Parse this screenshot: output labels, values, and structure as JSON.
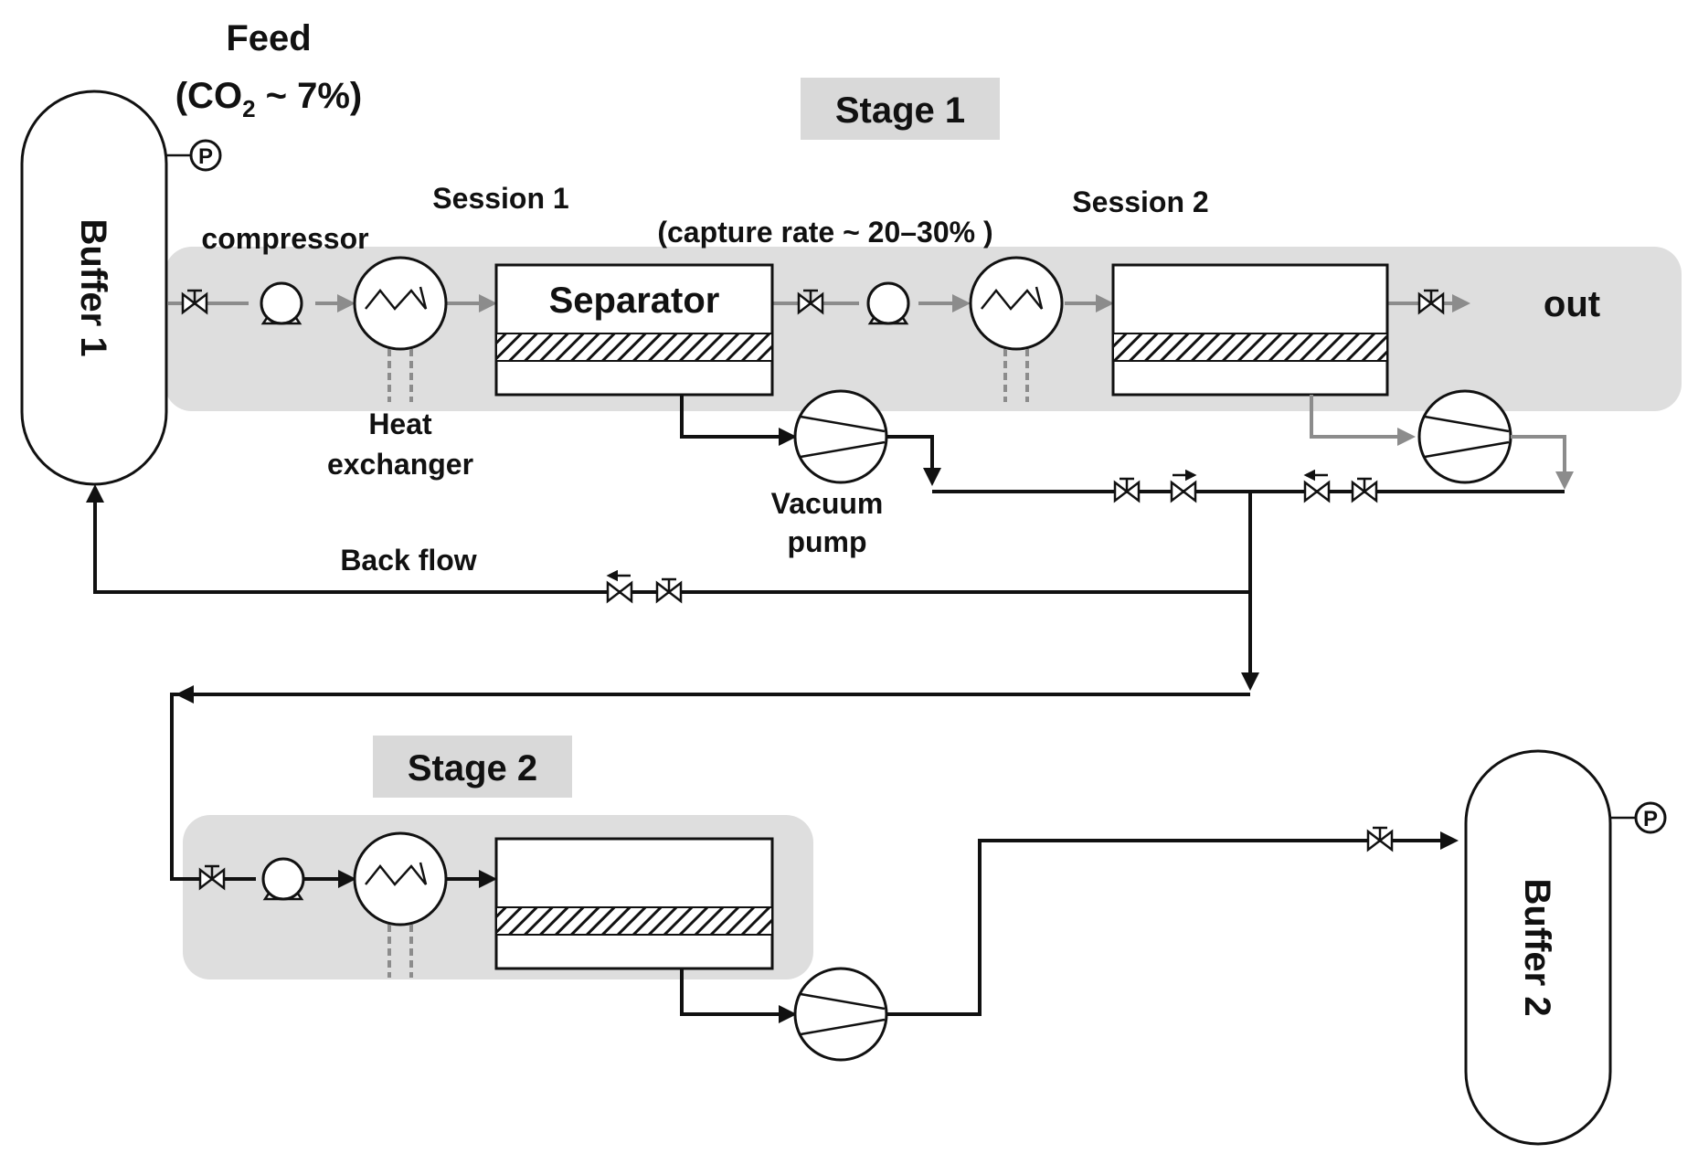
{
  "feed": {
    "title": "Feed",
    "composition_prefix": "(CO",
    "composition_subscript": "2",
    "composition_suffix": " ~ 7%)"
  },
  "stage1": {
    "title": "Stage 1"
  },
  "stage2": {
    "title": "Stage 2"
  },
  "session1": {
    "label": "Session 1"
  },
  "session2": {
    "label": "Session 2"
  },
  "capture_rate": "(capture rate ~ 20–30% )",
  "compressor_label": "compressor",
  "separator_label": "Separator",
  "heat_exchanger_label": [
    "Heat",
    "exchanger"
  ],
  "vacuum_pump_label": [
    "Vacuum",
    "pump"
  ],
  "back_flow_label": "Back flow",
  "out_label": "out",
  "buffer1": {
    "label": "Buffer 1"
  },
  "buffer2": {
    "label": "Buffer 2"
  },
  "pressure_gauge_symbol": "P",
  "colors": {
    "process_line": "#111111",
    "gas_line": "#8c8c8c",
    "stage_background": "#dedede"
  }
}
